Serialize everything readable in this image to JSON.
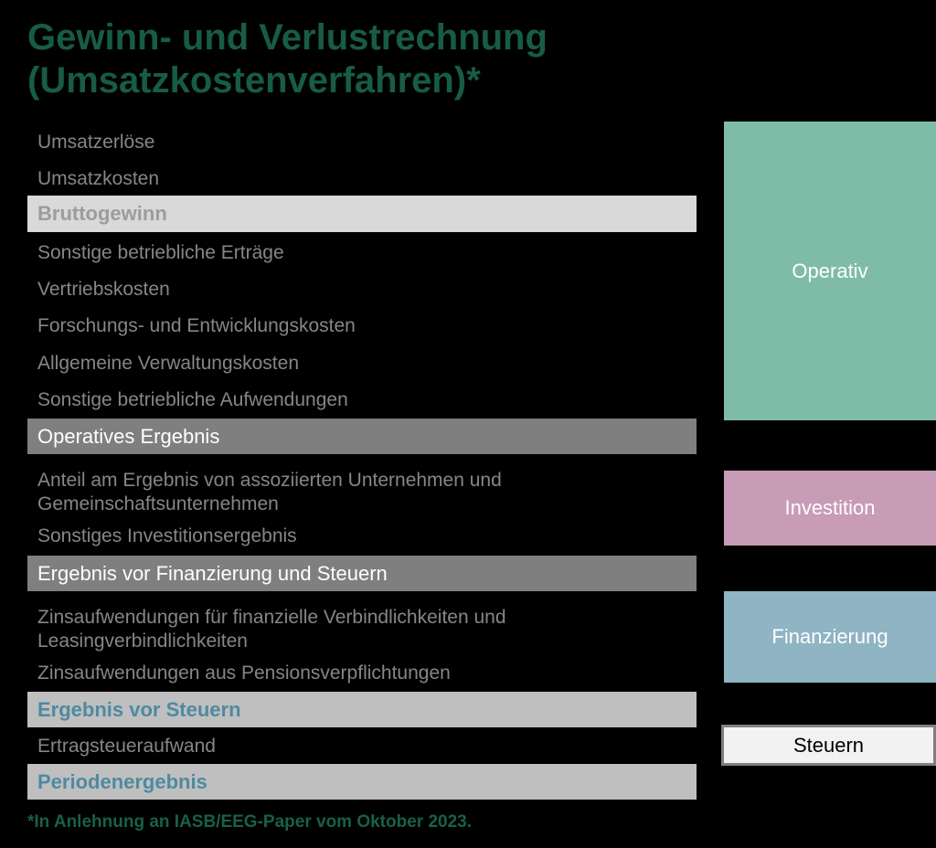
{
  "title": {
    "line1": "Gewinn- und Verlustrechnung",
    "line2": "(Umsatzkostenverfahren)*"
  },
  "pnl": {
    "rows": [
      {
        "label": "Umsatzerlöse",
        "style": "item"
      },
      {
        "label": "Umsatzkosten",
        "style": "item"
      },
      {
        "label": "Bruttogewinn",
        "style": "subtotal-light"
      },
      {
        "label": "Sonstige betriebliche Erträge",
        "style": "item"
      },
      {
        "label": "Vertriebskosten",
        "style": "item"
      },
      {
        "label": "Forschungs- und Entwicklungskosten",
        "style": "item"
      },
      {
        "label": "Allgemeine Verwaltungskosten",
        "style": "item"
      },
      {
        "label": "Sonstige betriebliche Aufwendungen",
        "style": "item"
      },
      {
        "label": "Operatives Ergebnis",
        "style": "subtotal-dark"
      },
      {
        "label": "Anteil am Ergebnis von assoziierten Unternehmen und Gemeinschaftsunternehmen",
        "style": "item"
      },
      {
        "label": "Sonstiges Investitionsergebnis",
        "style": "item"
      },
      {
        "label": "Ergebnis vor Finanzierung und Steuern",
        "style": "subtotal-dark"
      },
      {
        "label": "Zinsaufwendungen für finanzielle Verbindlichkeiten und Leasingverbindlichkeiten",
        "style": "item"
      },
      {
        "label": "Zinsaufwendungen aus Pensionsverpflichtungen",
        "style": "item"
      },
      {
        "label": "Ergebnis vor Steuern",
        "style": "subtotal-accent"
      },
      {
        "label": "Ertragsteueraufwand",
        "style": "item"
      },
      {
        "label": "Periodenergebnis",
        "style": "subtotal-accent"
      }
    ]
  },
  "categories": [
    {
      "label": "Operativ",
      "color": "#7FBCA7"
    },
    {
      "label": "Investition",
      "color": "#C89BB6"
    },
    {
      "label": "Finanzierung",
      "color": "#8FB4C4"
    },
    {
      "label": "Steuern",
      "color": "#F2F2F2",
      "border_color": "#7F7F7F"
    }
  ],
  "footnote": "*In Anlehnung an IASB/EEG-Paper vom Oktober 2023.",
  "colors": {
    "background": "#000000",
    "title_green": "#175C43",
    "footnote_green": "#176147",
    "item_text_gray": "#868686",
    "subtotal_light_bar": "#D9D9D9",
    "subtotal_light_text": "#9C9C9C",
    "subtotal_dark_bar": "#7F7F7F",
    "subtotal_dark_text": "#FFFFFF",
    "subtotal_accent_bar": "#BFBFBF",
    "subtotal_accent_text": "#4E8AA1"
  }
}
